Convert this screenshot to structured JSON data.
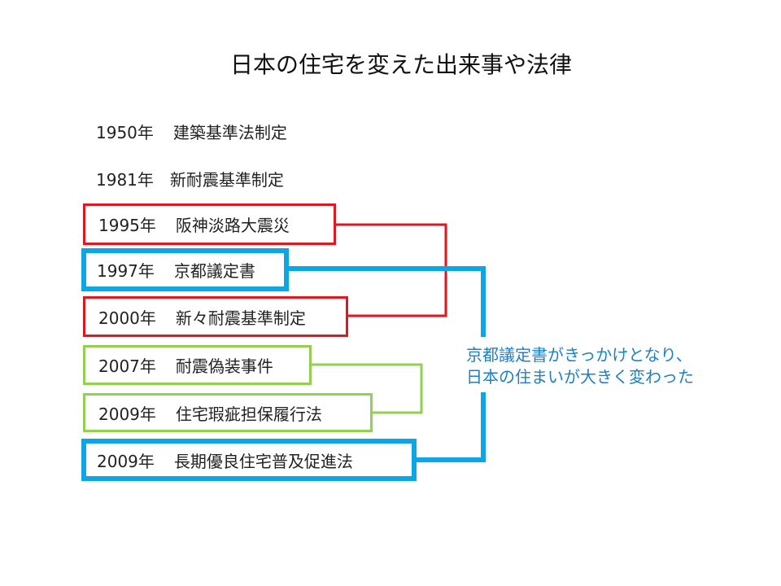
{
  "title": "日本の住宅を変えた出来事や法律",
  "events": [
    {
      "year": "1950年",
      "text": "建築基準法制定",
      "group": "none"
    },
    {
      "year": "1981年",
      "text": "新耐震基準制定",
      "group": "none"
    },
    {
      "year": "1995年",
      "text": "阪神淡路大震災",
      "group": "red"
    },
    {
      "year": "1997年",
      "text": "京都議定書",
      "group": "blue"
    },
    {
      "year": "2000年",
      "text": "新々耐震基準制定",
      "group": "red"
    },
    {
      "year": "2007年",
      "text": "耐震偽装事件",
      "group": "green"
    },
    {
      "year": "2009年",
      "text": "住宅瑕疵担保履行法",
      "group": "green"
    },
    {
      "year": "2009年",
      "text": "長期優良住宅普及促進法",
      "group": "blue"
    }
  ],
  "note": {
    "line1": "京都議定書がきっかけとなり、",
    "line2": "日本の住まいが大きく変わった"
  },
  "colors": {
    "red": "#e8141c",
    "blue": "#0aa6e6",
    "green": "#92d050",
    "note": "#1d7fc4"
  }
}
